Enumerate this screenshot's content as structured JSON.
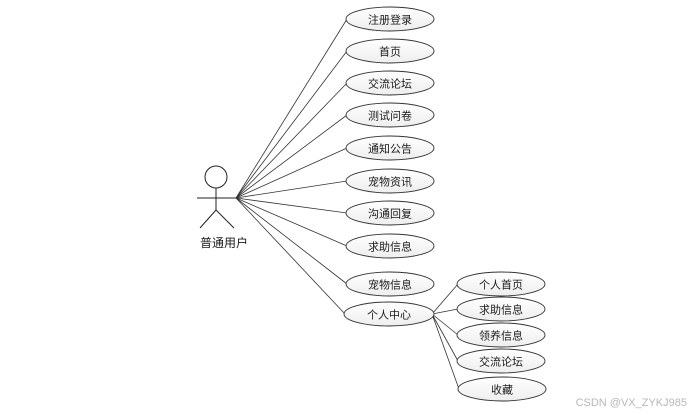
{
  "actor": {
    "label": "普通用户"
  },
  "use_cases": [
    {
      "id": "register",
      "label": "注册登录"
    },
    {
      "id": "home",
      "label": "首页"
    },
    {
      "id": "forum",
      "label": "交流论坛"
    },
    {
      "id": "survey",
      "label": "测试问卷"
    },
    {
      "id": "notice",
      "label": "通知公告"
    },
    {
      "id": "pet-news",
      "label": "宠物资讯"
    },
    {
      "id": "reply",
      "label": "沟通回复"
    },
    {
      "id": "help-info",
      "label": "求助信息"
    },
    {
      "id": "pet-info",
      "label": "宠物信息"
    },
    {
      "id": "personal-center",
      "label": "个人中心"
    }
  ],
  "sub_use_cases": [
    {
      "id": "personal-home",
      "label": "个人首页"
    },
    {
      "id": "my-help-info",
      "label": "求助信息"
    },
    {
      "id": "adopt-info",
      "label": "领养信息"
    },
    {
      "id": "my-forum",
      "label": "交流论坛"
    },
    {
      "id": "favorites",
      "label": "收藏"
    }
  ],
  "watermark": "CSDN @VX_ZYKJ985"
}
